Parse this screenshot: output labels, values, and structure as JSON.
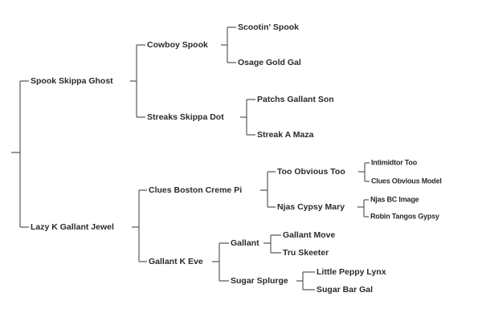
{
  "pedigree": {
    "generation_1": {
      "sire": "Spook Skippa Ghost",
      "dam": "Lazy K Gallant Jewel"
    },
    "generation_2": {
      "sire_sire": "Cowboy Spook",
      "sire_dam": "Streaks Skippa Dot",
      "dam_sire": "Clues Boston Creme Pi",
      "dam_dam": "Gallant K Eve"
    },
    "generation_3": {
      "cowboy_spook_sire": "Scootin' Spook",
      "cowboy_spook_dam": "Osage Gold Gal",
      "streaks_skippa_dot_sire": "Patchs Gallant Son",
      "streaks_skippa_dot_dam": "Streak A Maza",
      "clues_boston_creme_pi_sire": "Too Obvious Too",
      "clues_boston_creme_pi_dam": "Njas Cypsy Mary",
      "gallant_k_eve_sire": "Gallant",
      "gallant_k_eve_dam": "Sugar Splurge"
    },
    "generation_4": {
      "too_obvious_too_sire": "Intimidtor Too",
      "too_obvious_too_dam": "Clues Obvious Model",
      "njas_cypsy_mary_sire": "Njas BC Image",
      "njas_cypsy_mary_dam": "Robin Tangos Gypsy",
      "gallant_sire": "Gallant Move",
      "gallant_dam": "Tru Skeeter",
      "sugar_splurge_sire": "Little Peppy Lynx",
      "sugar_splurge_dam": "Sugar Bar Gal"
    }
  }
}
